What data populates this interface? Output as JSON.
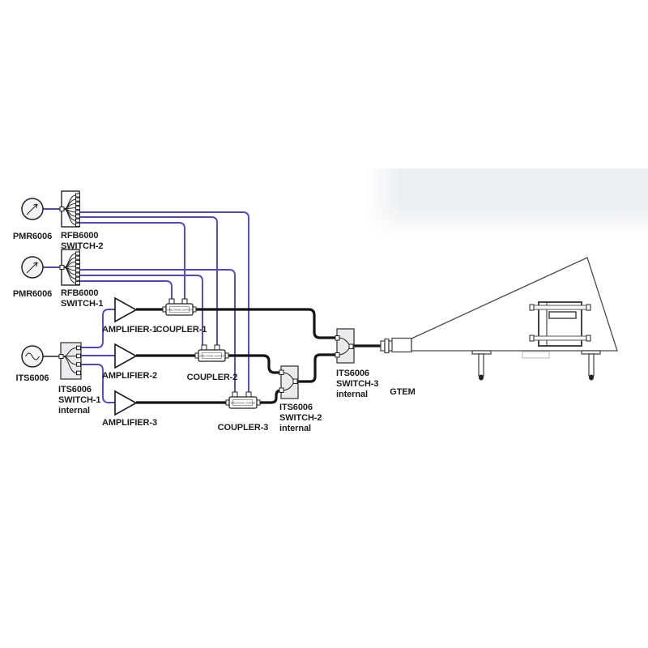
{
  "colors": {
    "wire_signal": "#5246c6",
    "wire_rf": "#141414",
    "band": "#eceef0",
    "box_fill": "#ebebee",
    "text": "#1c1c1e"
  },
  "devices": {
    "meter_top": {
      "label": "PMR6006"
    },
    "switch_rfb_2": {
      "line1": "RFB6000",
      "line2": "SWITCH-2"
    },
    "meter_bottom": {
      "label": "PMR6006"
    },
    "switch_rfb_1": {
      "line1": "RFB6000",
      "line2": "SWITCH-1"
    },
    "signal_source": {
      "label": "ITS6006"
    },
    "switch_its_1": {
      "line1": "ITS6006",
      "line2": "SWITCH-1",
      "line3": "internal"
    },
    "amplifier_1": {
      "label": "AMPLIFIER-1"
    },
    "amplifier_2": {
      "label": "AMPLIFIER-2"
    },
    "amplifier_3": {
      "label": "AMPLIFIER-3"
    },
    "coupler_1": {
      "label": "COUPLER-1",
      "inner_label": "DIRECTIONAL COUPLER"
    },
    "coupler_2": {
      "label": "COUPLER-2",
      "inner_label": "DIRECTIONAL COUPLER"
    },
    "coupler_3": {
      "label": "COUPLER-3",
      "inner_label": "DIRECTIONAL COUPLER"
    },
    "switch_its_2": {
      "line1": "ITS6006",
      "line2": "SWITCH-2",
      "line3": "internal"
    },
    "switch_its_3": {
      "line1": "ITS6006",
      "line2": "SWITCH-3",
      "line3": "internal"
    },
    "gtem": {
      "label": "GTEM"
    }
  }
}
